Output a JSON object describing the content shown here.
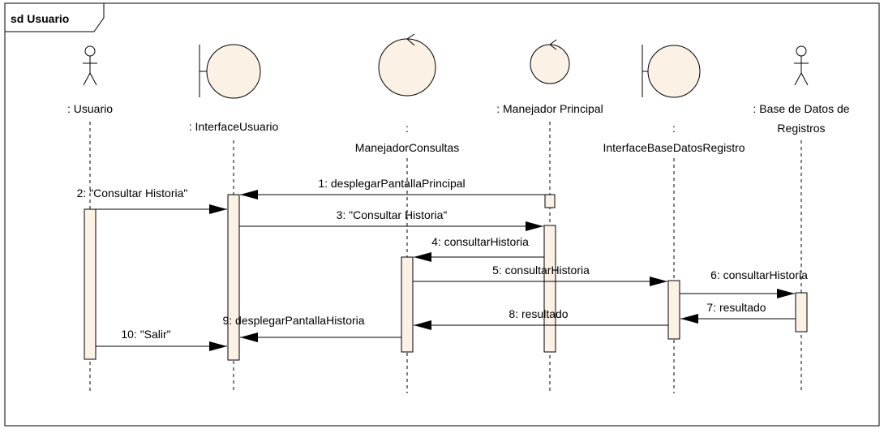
{
  "frame": {
    "title": "sd Usuario"
  },
  "participants": [
    {
      "id": "usuario",
      "kind": "actor",
      "label_lines": [
        ": Usuario"
      ]
    },
    {
      "id": "interface_usuario",
      "kind": "boundary",
      "label_lines": [
        ": InterfaceUsuario"
      ]
    },
    {
      "id": "manejador_consultas",
      "kind": "control",
      "label_lines": [
        ":",
        "ManejadorConsultas"
      ]
    },
    {
      "id": "manejador_principal",
      "kind": "control",
      "label_lines": [
        ": Manejador Principal"
      ]
    },
    {
      "id": "interface_bd_registro",
      "kind": "boundary",
      "label_lines": [
        ":",
        "InterfaceBaseDatosRegistro"
      ]
    },
    {
      "id": "base_datos",
      "kind": "actor",
      "label_lines": [
        ": Base de Datos de",
        "Registros"
      ]
    }
  ],
  "messages": [
    {
      "seq": "1",
      "label": "1: desplegarPantallaPrincipal",
      "from": "manejador_principal",
      "to": "interface_usuario"
    },
    {
      "seq": "2",
      "label": "2: \"Consultar Historia\"",
      "from": "usuario",
      "to": "interface_usuario"
    },
    {
      "seq": "3",
      "label": "3: \"Consultar Historia\"",
      "from": "interface_usuario",
      "to": "manejador_principal"
    },
    {
      "seq": "4",
      "label": "4: consultarHistoria",
      "from": "manejador_principal",
      "to": "manejador_consultas"
    },
    {
      "seq": "5",
      "label": "5: consultarHistoria",
      "from": "manejador_consultas",
      "to": "interface_bd_registro"
    },
    {
      "seq": "6",
      "label": "6: consultarHistoria",
      "from": "interface_bd_registro",
      "to": "base_datos"
    },
    {
      "seq": "7",
      "label": "7: resultado",
      "from": "base_datos",
      "to": "interface_bd_registro"
    },
    {
      "seq": "8",
      "label": "8: resultado",
      "from": "interface_bd_registro",
      "to": "manejador_consultas"
    },
    {
      "seq": "9",
      "label": "9: desplegarPantallaHistoria",
      "from": "manejador_consultas",
      "to": "interface_usuario"
    },
    {
      "seq": "10",
      "label": "10: \"Salir\"",
      "from": "usuario",
      "to": "interface_usuario"
    }
  ],
  "colors": {
    "activation_fill": "#fbf1e4",
    "line": "#000000",
    "background": "#ffffff"
  }
}
